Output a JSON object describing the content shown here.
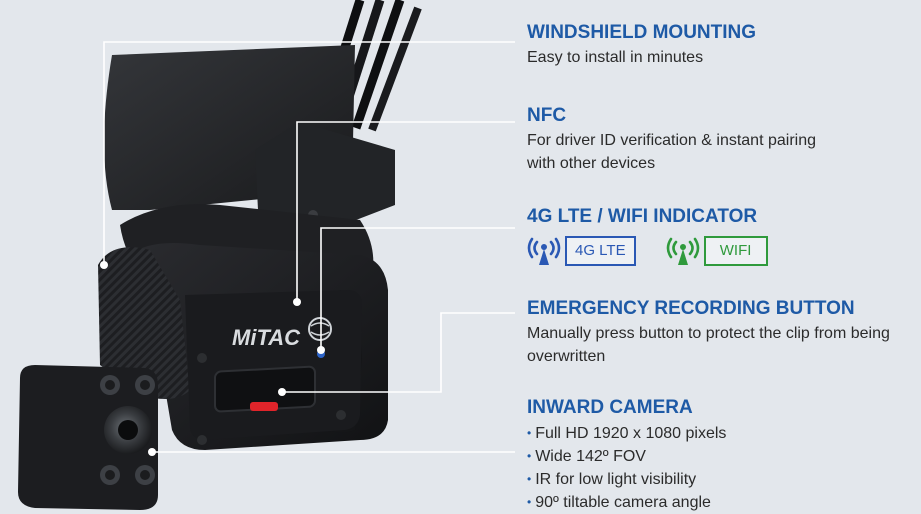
{
  "colors": {
    "background": "#e3e7ec",
    "title": "#1e5aa6",
    "text": "#2b2b2b",
    "lte": "#2a58b4",
    "wifi": "#2f9a3c",
    "callout_line": "#ffffff",
    "device_body": "#1c1d20"
  },
  "device": {
    "brand": "MiTAC"
  },
  "features": {
    "mounting": {
      "title": "WINDSHIELD MOUNTING",
      "desc": "Easy to install in minutes"
    },
    "nfc": {
      "title": "NFC",
      "desc_line1": "For driver ID verification & instant pairing",
      "desc_line2": "with other devices"
    },
    "indicator": {
      "title": "4G LTE / WIFI INDICATOR",
      "lte_icon": "signal-antenna-icon",
      "lte_label": "4G LTE",
      "wifi_icon": "signal-antenna-icon",
      "wifi_label": "WIFI"
    },
    "emergency": {
      "title": "EMERGENCY RECORDING BUTTON",
      "desc_line1": "Manually press button to protect the clip from being",
      "desc_line2": "overwritten"
    },
    "inward": {
      "title": "INWARD CAMERA",
      "bullets": [
        "Full HD 1920 x 1080 pixels",
        "Wide 142º FOV",
        "IR for low light visibility",
        "90º tiltable camera angle"
      ]
    }
  }
}
